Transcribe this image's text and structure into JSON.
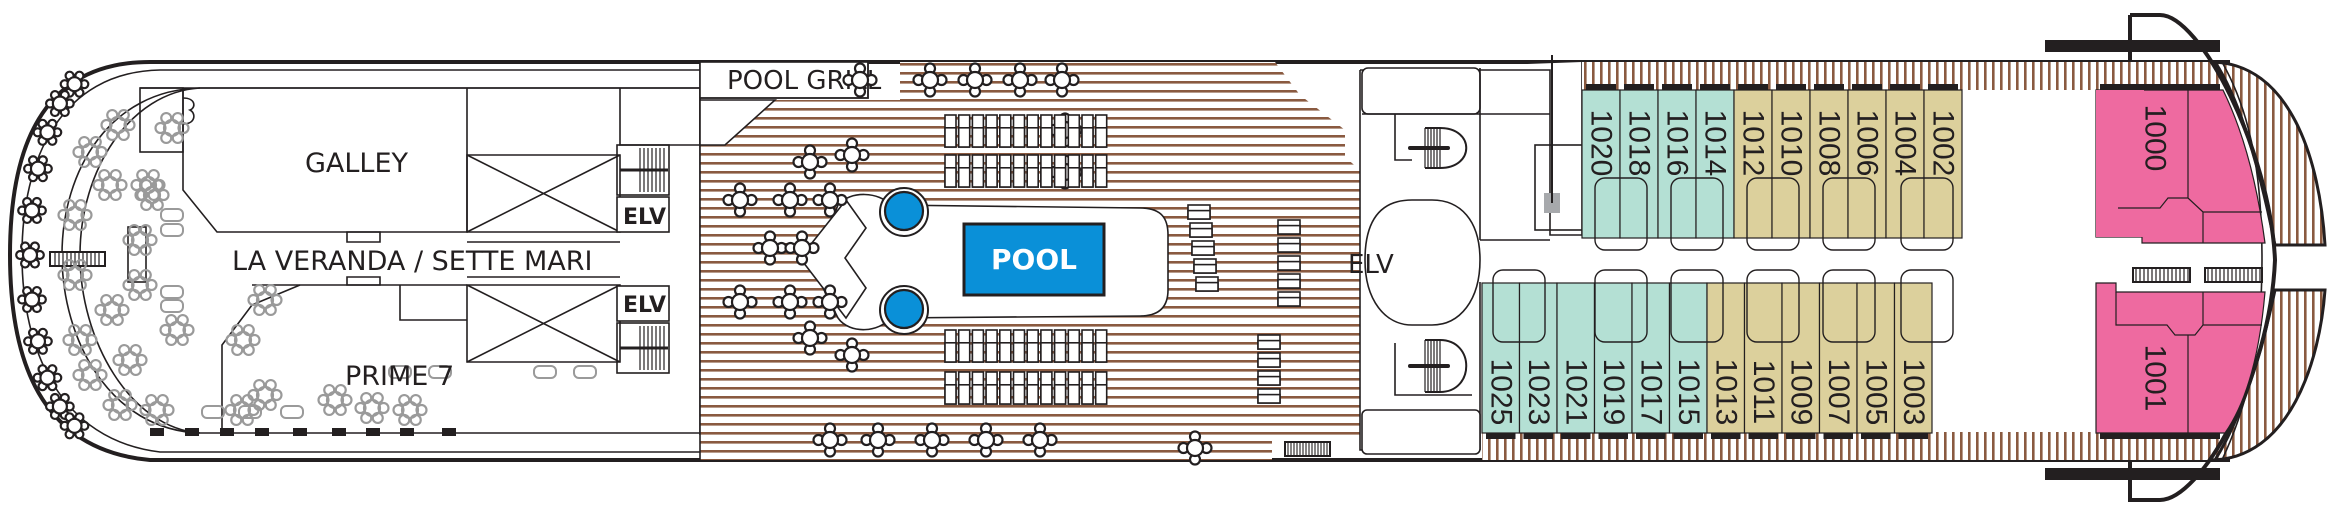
{
  "deck_plan": {
    "venues": {
      "galley": "GALLEY",
      "la_veranda": "LA VERANDA / SETTE MARI",
      "prime7": "PRIME 7",
      "pool_grill": "POOL GRILL",
      "pool": "POOL"
    },
    "elevators": [
      "ELV",
      "ELV",
      "ELV"
    ],
    "colors": {
      "pool": "#0a90d8",
      "teak_deck": "#8a5a40",
      "cabin_mint": "#b4e0d4",
      "cabin_tan": "#dcd09c",
      "suite_pink": "#ee6aa0",
      "grey_block": "#a7a9ac"
    },
    "cabins_top": [
      {
        "number": "1020",
        "category": "mint"
      },
      {
        "number": "1018",
        "category": "mint"
      },
      {
        "number": "1016",
        "category": "mint"
      },
      {
        "number": "1014",
        "category": "mint"
      },
      {
        "number": "1012",
        "category": "tan"
      },
      {
        "number": "1010",
        "category": "tan"
      },
      {
        "number": "1008",
        "category": "tan"
      },
      {
        "number": "1006",
        "category": "tan"
      },
      {
        "number": "1004",
        "category": "tan"
      },
      {
        "number": "1002",
        "category": "tan"
      },
      {
        "number": "1000",
        "category": "pink"
      }
    ],
    "cabins_bottom": [
      {
        "number": "1025",
        "category": "mint"
      },
      {
        "number": "1023",
        "category": "mint"
      },
      {
        "number": "1021",
        "category": "mint"
      },
      {
        "number": "1019",
        "category": "mint"
      },
      {
        "number": "1017",
        "category": "mint"
      },
      {
        "number": "1015",
        "category": "mint"
      },
      {
        "number": "1013",
        "category": "tan"
      },
      {
        "number": "1011",
        "category": "tan"
      },
      {
        "number": "1009",
        "category": "tan"
      },
      {
        "number": "1007",
        "category": "tan"
      },
      {
        "number": "1005",
        "category": "tan"
      },
      {
        "number": "1003",
        "category": "tan"
      },
      {
        "number": "1001",
        "category": "pink"
      }
    ]
  }
}
